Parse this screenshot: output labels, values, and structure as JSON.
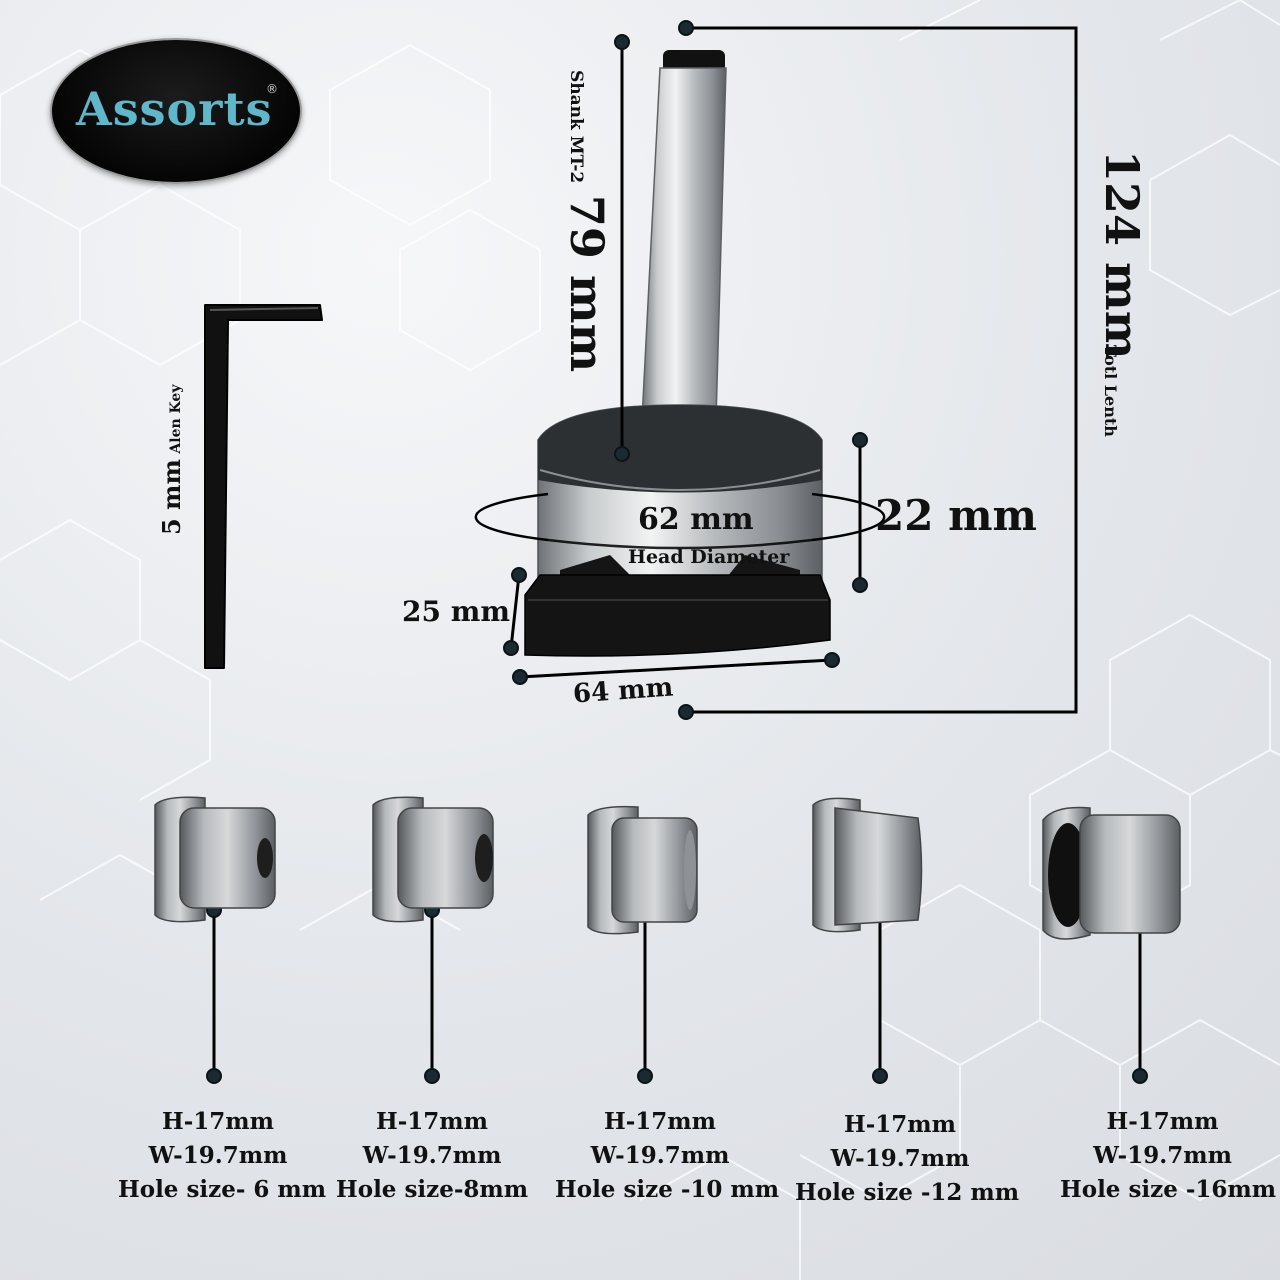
{
  "brand": {
    "name": "Assorts",
    "registered_mark": "®"
  },
  "labels": {
    "allen_key_size": "5 mm",
    "allen_key_name": "Alen Key",
    "shank_length": "79 mm",
    "shank_type": "Shank MT-2",
    "total_length": "124 mm",
    "total_length_caption": "Totl Lenth",
    "head_diameter": "62 mm",
    "head_diameter_caption": "Head Diameter",
    "head_height": "22 mm",
    "base_height": "25 mm",
    "base_width": "64 mm"
  },
  "bushings": [
    {
      "height": "H-17mm",
      "width": "W-19.7mm",
      "hole": "Hole size- 6 mm"
    },
    {
      "height": "H-17mm",
      "width": "W-19.7mm",
      "hole": "Hole size-8mm"
    },
    {
      "height": "H-17mm",
      "width": "W-19.7mm",
      "hole": "Hole size -10 mm"
    },
    {
      "height": "H-17mm",
      "width": "W-19.7mm",
      "hole": "Hole size -12 mm"
    },
    {
      "height": "H-17mm",
      "width": "W-19.7mm",
      "hole": "Hole size -16mm"
    }
  ],
  "colors": {
    "accent": "#5fb7c9",
    "dot": "#1b2a30",
    "line": "#000000",
    "steel": "#a9adb1"
  }
}
